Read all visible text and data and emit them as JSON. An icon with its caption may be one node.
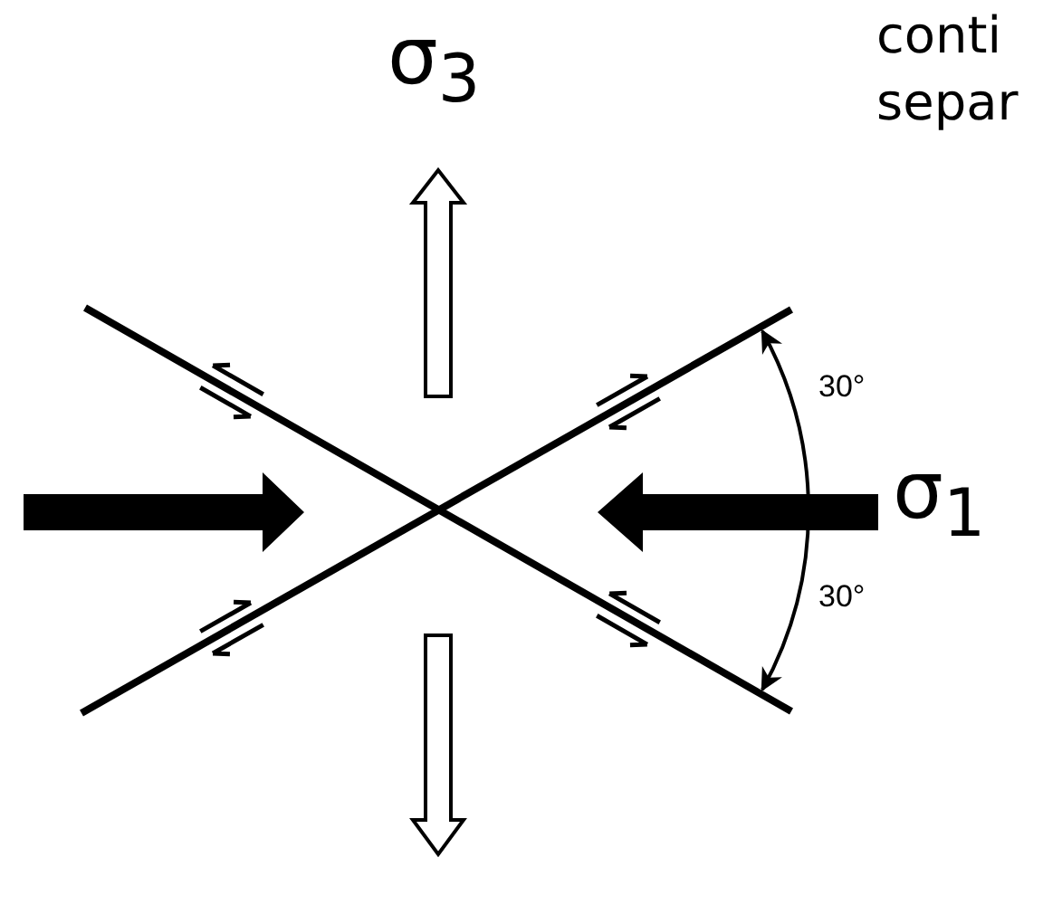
{
  "diagram": {
    "labels": [
      "conti",
      "separ",
      "σ$_{3}$",
      "30°",
      "σ$_{1}$",
      "30°"
    ]
  }
}
